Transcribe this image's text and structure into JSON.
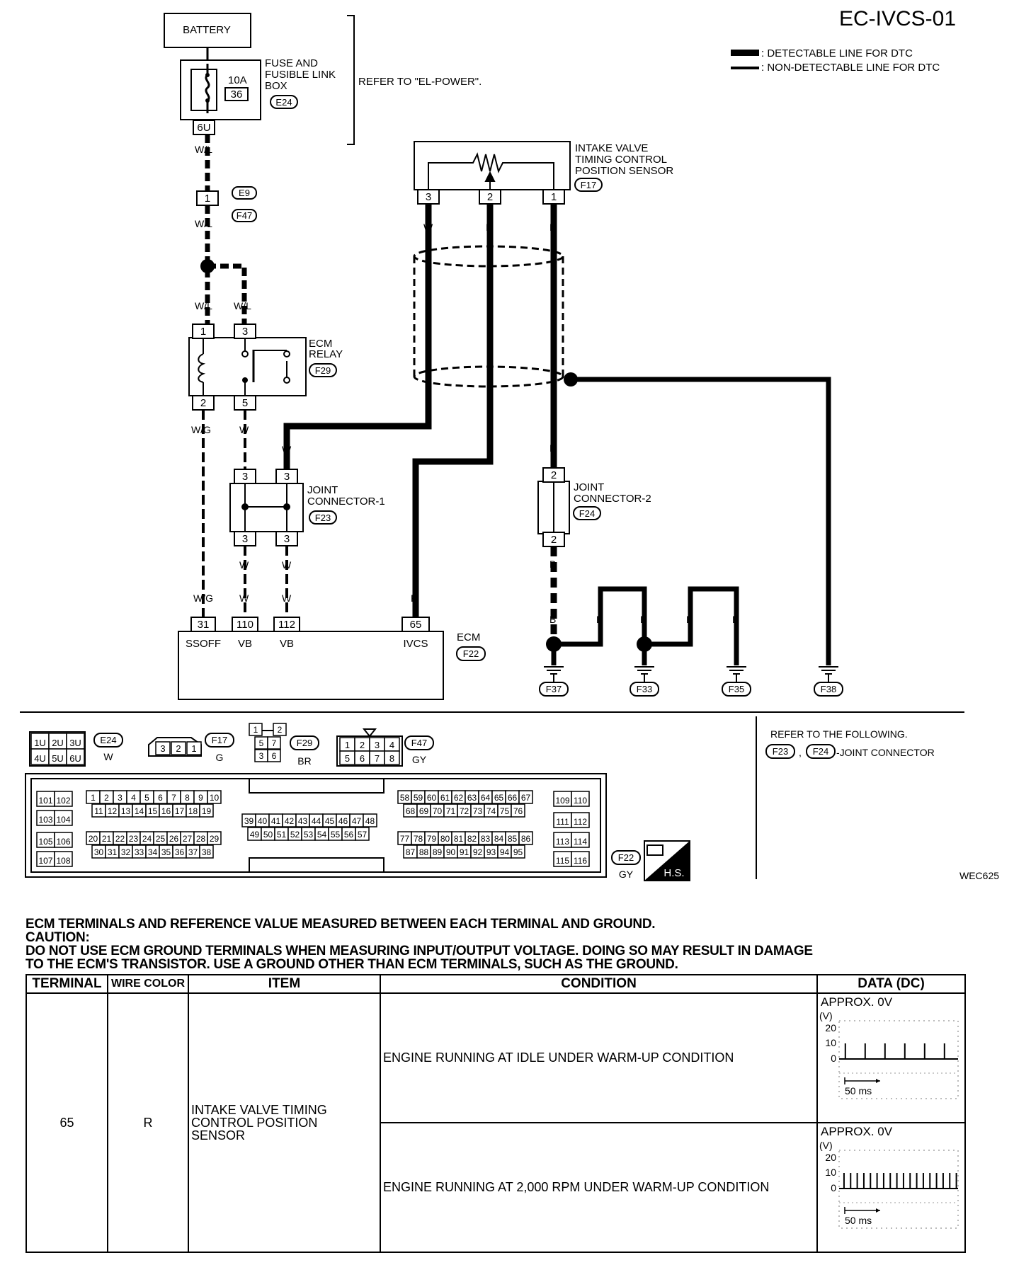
{
  "header": {
    "page_code": "EC-IVCS-01",
    "legend": {
      "detectable": ": DETECTABLE LINE FOR DTC",
      "non_detectable": ": NON-DETECTABLE LINE FOR DTC"
    },
    "bracket_note": "REFER TO \"EL-POWER\"."
  },
  "components": {
    "battery": "BATTERY",
    "fuse_box_line1": "FUSE AND",
    "fuse_box_line2": "FUSIBLE LINK",
    "fuse_box_line3": "BOX",
    "fuse_rating": "10A",
    "fuse_number": "36",
    "fuse_conn": "E24",
    "fuse_pin": "6U",
    "sensor_line1": "INTAKE VALVE",
    "sensor_line2": "TIMING CONTROL",
    "sensor_line3": "POSITION SENSOR",
    "sensor_conn": "F17",
    "relay_line1": "ECM",
    "relay_line2": "RELAY",
    "relay_conn": "F29",
    "jc1_line1": "JOINT",
    "jc1_line2": "CONNECTOR-1",
    "jc1_conn": "F23",
    "jc2_line1": "JOINT",
    "jc2_line2": "CONNECTOR-2",
    "jc2_conn": "F24",
    "ecm_label": "ECM",
    "ecm_conn": "F22",
    "inline_conn_top": "E9",
    "inline_conn_bottom": "F47",
    "inline_pin": "1"
  },
  "wires": {
    "wl": "W/L",
    "wg": "W/G",
    "w": "W",
    "r": "R",
    "b": "B"
  },
  "pins": {
    "p1": "1",
    "p2": "2",
    "p3": "3",
    "p5": "5"
  },
  "ecm_terminals": [
    {
      "pin": "31",
      "name": "SSOFF"
    },
    {
      "pin": "110",
      "name": "VB"
    },
    {
      "pin": "112",
      "name": "VB"
    },
    {
      "pin": "65",
      "name": "IVCS"
    }
  ],
  "grounds": [
    "F37",
    "F33",
    "F35",
    "F38"
  ],
  "connector_views": {
    "e24_pins": [
      "1U",
      "2U",
      "3U",
      "4U",
      "5U",
      "6U"
    ],
    "e24_id": "E24",
    "e24_color": "W",
    "f17_pins": [
      "3",
      "2",
      "1"
    ],
    "f17_id": "F17",
    "f17_color": "G",
    "f29_pins": [
      "1",
      "2",
      "5",
      "7",
      "3",
      "6"
    ],
    "f29_id": "F29",
    "f29_color": "BR",
    "f47_pins": [
      "1",
      "2",
      "3",
      "4",
      "5",
      "6",
      "7",
      "8"
    ],
    "f47_id": "F47",
    "f47_color": "GY",
    "f22_id": "F22",
    "f22_color": "GY",
    "hs_label": "H.S.",
    "ecm_groups": {
      "g1_top": [
        "101",
        "102"
      ],
      "g1_mid": [
        "103",
        "104"
      ],
      "g1_mid2": [
        "105",
        "106"
      ],
      "g1_bot": [
        "107",
        "108"
      ],
      "g2_r1": [
        "1",
        "2",
        "3",
        "4",
        "5",
        "6",
        "7",
        "8",
        "9",
        "10"
      ],
      "g2_r2": [
        "11",
        "12",
        "13",
        "14",
        "15",
        "16",
        "17",
        "18",
        "19"
      ],
      "g2_r3": [
        "20",
        "21",
        "22",
        "23",
        "24",
        "25",
        "26",
        "27",
        "28",
        "29"
      ],
      "g2_r4": [
        "30",
        "31",
        "32",
        "33",
        "34",
        "35",
        "36",
        "37",
        "38"
      ],
      "g3_r1": [
        "39",
        "40",
        "41",
        "42",
        "43",
        "44",
        "45",
        "46",
        "47",
        "48"
      ],
      "g3_r2": [
        "49",
        "50",
        "51",
        "52",
        "53",
        "54",
        "55",
        "56",
        "57"
      ],
      "g4_r1": [
        "58",
        "59",
        "60",
        "61",
        "62",
        "63",
        "64",
        "65",
        "66",
        "67"
      ],
      "g4_r2": [
        "68",
        "69",
        "70",
        "71",
        "72",
        "73",
        "74",
        "75",
        "76"
      ],
      "g4_r3": [
        "77",
        "78",
        "79",
        "80",
        "81",
        "82",
        "83",
        "84",
        "85",
        "86"
      ],
      "g4_r4": [
        "87",
        "88",
        "89",
        "90",
        "91",
        "92",
        "93",
        "94",
        "95"
      ],
      "g5_r1": [
        "109",
        "110"
      ],
      "g5_r2": [
        "111",
        "112"
      ],
      "g5_r3": [
        "113",
        "114"
      ],
      "g5_r4": [
        "115",
        "116"
      ]
    }
  },
  "refer_note": {
    "line1": "REFER TO THE FOLLOWING.",
    "conn_a": "F23",
    "sep": ",",
    "conn_b": "F24",
    "suffix": "-JOINT CONNECTOR"
  },
  "figure_code": "WEC625",
  "notes": {
    "line1": "ECM TERMINALS AND REFERENCE VALUE MEASURED BETWEEN EACH TERMINAL AND GROUND.",
    "line2": "CAUTION:",
    "line3": "DO NOT USE ECM GROUND TERMINALS WHEN MEASURING INPUT/OUTPUT VOLTAGE. DOING SO MAY RESULT IN DAMAGE",
    "line4": "TO THE ECM'S TRANSISTOR. USE A GROUND OTHER THAN ECM TERMINALS, SUCH AS THE GROUND."
  },
  "table": {
    "headers": [
      "TERMINAL",
      "WIRE COLOR",
      "ITEM",
      "CONDITION",
      "DATA (DC)"
    ],
    "terminal": "65",
    "wire_color": "R",
    "item_line1": "INTAKE VALVE TIMING",
    "item_line2": "CONTROL POSITION",
    "item_line3": "SENSOR",
    "rows": [
      {
        "condition": "ENGINE RUNNING AT IDLE UNDER WARM-UP CONDITION",
        "data": "APPROX. 0V",
        "pulses_per_window": 6
      },
      {
        "condition": "ENGINE RUNNING AT 2,000 RPM UNDER WARM-UP CONDITION",
        "data": "APPROX. 0V",
        "pulses_per_window": 18
      }
    ],
    "scope": {
      "unit": "(V)",
      "ticks": [
        "20",
        "10",
        "0"
      ],
      "time_label": "50 ms"
    }
  }
}
